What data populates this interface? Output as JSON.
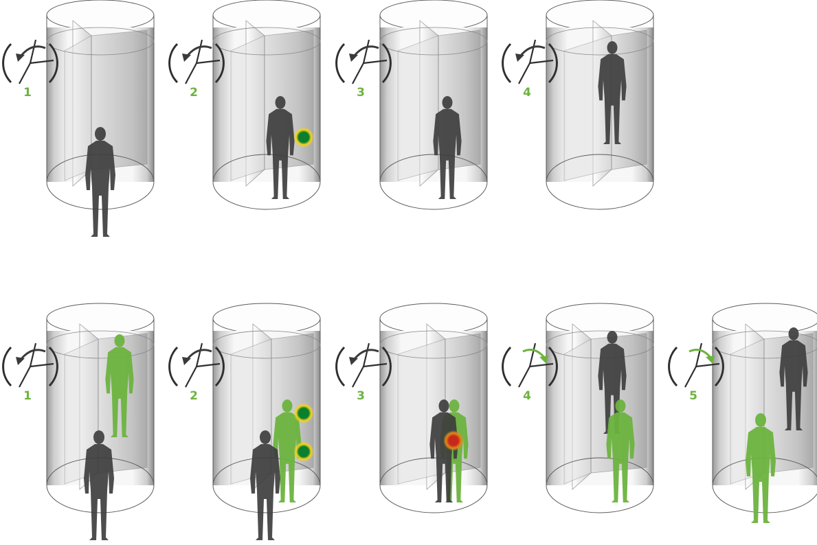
{
  "colors": {
    "outline": "#5a5a5a",
    "glass_light": "#f4f4f4",
    "glass_dark": "#9a9a9a",
    "person_dark": "#3e3e3e",
    "person_green": "#6db33f",
    "step_number": "#6db33f",
    "sensor_ok": "#0a7f2e",
    "sensor_ring": "#f2d21b",
    "sensor_alert": "#c7281c"
  },
  "scenarios": [
    {
      "steps": [
        {
          "number": "1",
          "rotation": "counterclockwise",
          "arrow_color": "dark",
          "people": [
            {
              "color": "dark",
              "size": "front"
            }
          ],
          "sensors": []
        },
        {
          "number": "2",
          "rotation": "counterclockwise",
          "arrow_color": "dark",
          "people": [
            {
              "color": "dark",
              "size": "mid"
            }
          ],
          "sensors": [
            "ok"
          ]
        },
        {
          "number": "3",
          "rotation": "counterclockwise",
          "arrow_color": "dark",
          "people": [
            {
              "color": "dark",
              "size": "mid"
            }
          ],
          "sensors": []
        },
        {
          "number": "4",
          "rotation": "counterclockwise",
          "arrow_color": "dark",
          "people": [
            {
              "color": "dark",
              "size": "back"
            }
          ],
          "sensors": []
        }
      ]
    },
    {
      "steps": [
        {
          "number": "1",
          "rotation": "counterclockwise",
          "arrow_color": "dark",
          "people": [
            {
              "color": "green",
              "size": "back"
            },
            {
              "color": "dark",
              "size": "front"
            }
          ],
          "sensors": []
        },
        {
          "number": "2",
          "rotation": "counterclockwise",
          "arrow_color": "dark",
          "people": [
            {
              "color": "green",
              "size": "mid"
            },
            {
              "color": "dark",
              "size": "front"
            }
          ],
          "sensors": [
            "ok",
            "ok"
          ]
        },
        {
          "number": "3",
          "rotation": "counterclockwise",
          "arrow_color": "dark",
          "people": [
            {
              "color": "green",
              "size": "mid"
            },
            {
              "color": "dark",
              "size": "mid"
            }
          ],
          "sensors": [
            "alert"
          ]
        },
        {
          "number": "4",
          "rotation": "clockwise",
          "arrow_color": "green",
          "people": [
            {
              "color": "dark",
              "size": "back"
            },
            {
              "color": "green",
              "size": "mid"
            }
          ],
          "sensors": []
        },
        {
          "number": "5",
          "rotation": "clockwise",
          "arrow_color": "green",
          "people": [
            {
              "color": "dark",
              "size": "back"
            },
            {
              "color": "green",
              "size": "front"
            }
          ],
          "sensors": []
        }
      ]
    }
  ]
}
